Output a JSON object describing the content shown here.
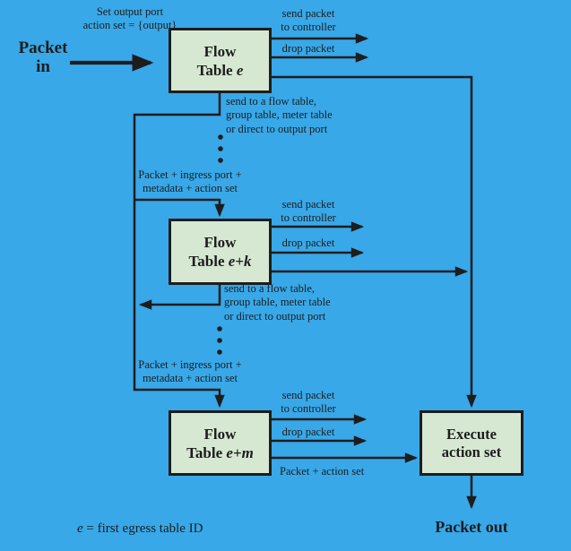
{
  "colors": {
    "background": "#38a8e8",
    "box_fill": "#d6e8d2",
    "line": "#1d1d1d",
    "text": "#1d1d1d"
  },
  "annotations": {
    "set_output": {
      "line1": "Set output port",
      "line2": "action set = {output}"
    },
    "packet_in": {
      "line1": "Packet",
      "line2": "in"
    },
    "packet_out": "Packet out",
    "send_packet": {
      "line1": "send packet",
      "line2": "to controller"
    },
    "drop_packet": "drop packet",
    "goto": {
      "line1": "send to a flow table,",
      "line2": "group table, meter table",
      "line3": "or direct to output port"
    },
    "handoff": {
      "line1": "Packet + ingress port +",
      "line2": "metadata + action set"
    },
    "packet_action_set": "Packet + action set",
    "footnote": {
      "var": "e",
      "text": "= first egress table ID"
    }
  },
  "boxes": {
    "flow1": {
      "line1": "Flow",
      "line2": "Table",
      "var": "e"
    },
    "flow2": {
      "line1": "Flow",
      "line2": "Table",
      "var": "e+k"
    },
    "flow3": {
      "line1": "Flow",
      "line2": "Table",
      "var": "e+m"
    },
    "execute": {
      "line1": "Execute",
      "line2": "action set"
    }
  }
}
